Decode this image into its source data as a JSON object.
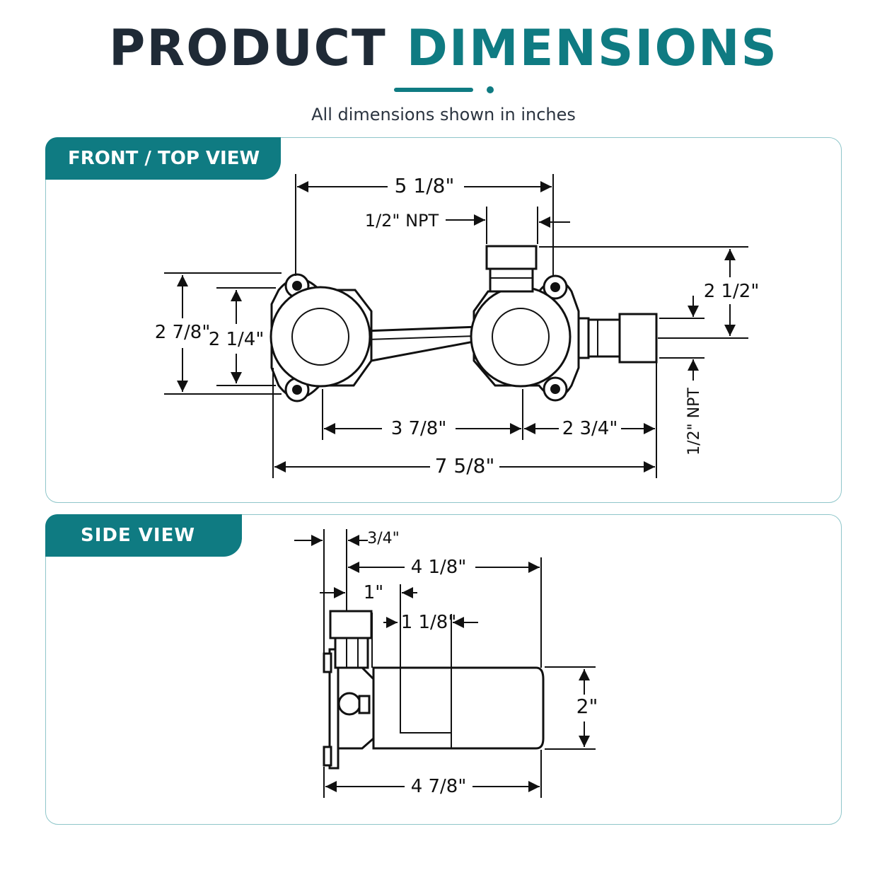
{
  "header": {
    "title_part1": "PRODUCT",
    "title_part2": "DIMENSIONS",
    "subtitle": "All dimensions shown in inches",
    "accent_color": "#0f7b82",
    "title_color": "#1f2a36"
  },
  "front_view": {
    "label": "FRONT / TOP VIEW",
    "dims": {
      "top_width": "5 1/8\"",
      "npt_top": "1/2\" NPT",
      "outer_height": "2 7/8\"",
      "inner_height": "2 1/4\"",
      "right_height": "2 1/2\"",
      "center_distance": "3 7/8\"",
      "right_offset": "2 3/4\"",
      "overall_width": "7 5/8\"",
      "npt_side": "1/2\" NPT"
    }
  },
  "side_view": {
    "label": "SIDE VIEW",
    "dims": {
      "small_offset": "3/4\"",
      "body_depth": "4 1/8\"",
      "port_width": "1\"",
      "step_width": "1 1/8\"",
      "body_height": "2\"",
      "overall_depth": "4 7/8\""
    }
  }
}
